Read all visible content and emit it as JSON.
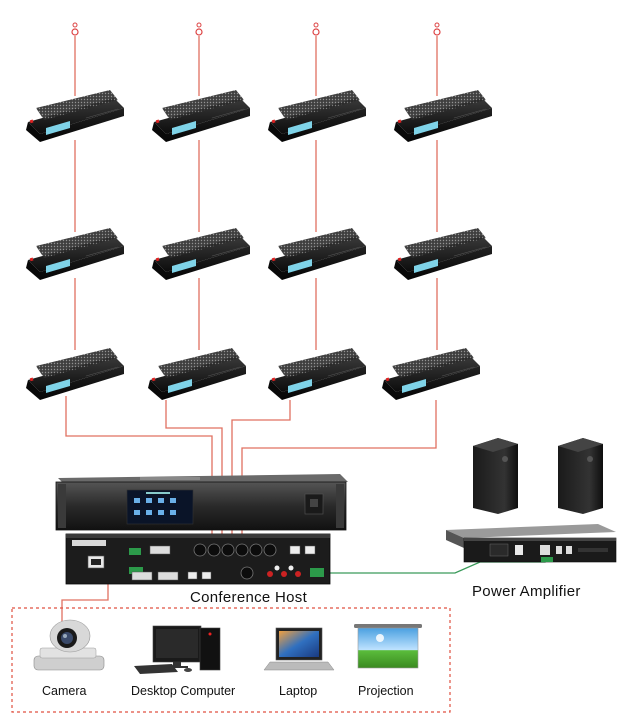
{
  "labels": {
    "conference_host": "Conference Host",
    "power_amplifier": "Power Amplifier",
    "camera": "Camera",
    "desktop_computer": "Desktop Computer",
    "laptop": "Laptop",
    "projection": "Projection"
  },
  "colors": {
    "wire": "#e07060",
    "audio_wire": "#3a9a5a",
    "dashed_border": "#e05040",
    "unit_body": "#1a1a1a",
    "screen": "#7fd3e8"
  },
  "diagram": {
    "microphone_units": {
      "columns": 4,
      "rows": 3
    },
    "devices": [
      "conference_host",
      "power_amplifier",
      "speaker_left",
      "speaker_right",
      "camera",
      "desktop_computer",
      "laptop",
      "projection"
    ]
  }
}
